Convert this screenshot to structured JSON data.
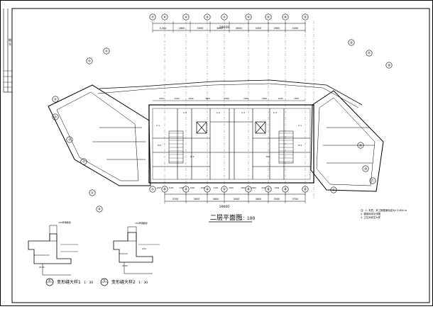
{
  "drawing": {
    "title": "二层平面图",
    "scale": "1：100",
    "overall_dimension": "29000",
    "top_dimensions": [
      "4,300",
      "2800",
      "5000",
      "3800",
      "3600",
      "4300",
      "2600",
      "4300"
    ],
    "bottom_dimensions": [
      "3700",
      "3600",
      "3600",
      "3000",
      "3600",
      "3000",
      "3700"
    ],
    "bottom_subdimensions": [
      "1200",
      "2100",
      "1200",
      "1500",
      "2400",
      "2100",
      "1200",
      "1500",
      "2400",
      "2100",
      "1200"
    ],
    "upper_dims": [
      "2700",
      "1500",
      "2400",
      "3800",
      "3300",
      "3300",
      "2000",
      "1200",
      "1500"
    ],
    "top_axes": [
      "⑦",
      "⑧",
      "⑨",
      "⑩",
      "⑪",
      "⑫",
      "⑬",
      "⑭",
      "⑮"
    ],
    "bottom_axes": [
      "⑦",
      "⑧",
      "⑨",
      "⑩",
      "⑪",
      "⑫",
      "⑬",
      "⑭",
      "⑮"
    ],
    "left_axes": [
      "⑥",
      "⑤",
      "④",
      "③",
      "②",
      "①",
      "Ⓐ",
      "Ⓑ"
    ],
    "right_axes": [
      "⑯",
      "⑰",
      "⑱",
      "⑲",
      "⑳",
      "Ⓕ",
      "Ⓔ"
    ],
    "room_codes": [
      "C-1",
      "C-2",
      "C-2",
      "C-3",
      "C-3",
      "C-1",
      "M-1",
      "M-2",
      "M-2",
      "M-1"
    ],
    "notes": [
      "注：1. 本层，本工程楼面标高为+3.600 m",
      "2. 楼梯间详见详图",
      "3. 卫生间详见大样"
    ],
    "detail_1": {
      "number": "①",
      "title": "变形缝大样1",
      "scale": "1：30"
    },
    "detail_2": {
      "number": "②",
      "title": "变形缝大样2",
      "scale": "1：30"
    },
    "detail_labels": [
      "150厚钢筋砼",
      "2100",
      "2500",
      "250"
    ],
    "frame_marks": [
      "图",
      "号"
    ]
  }
}
